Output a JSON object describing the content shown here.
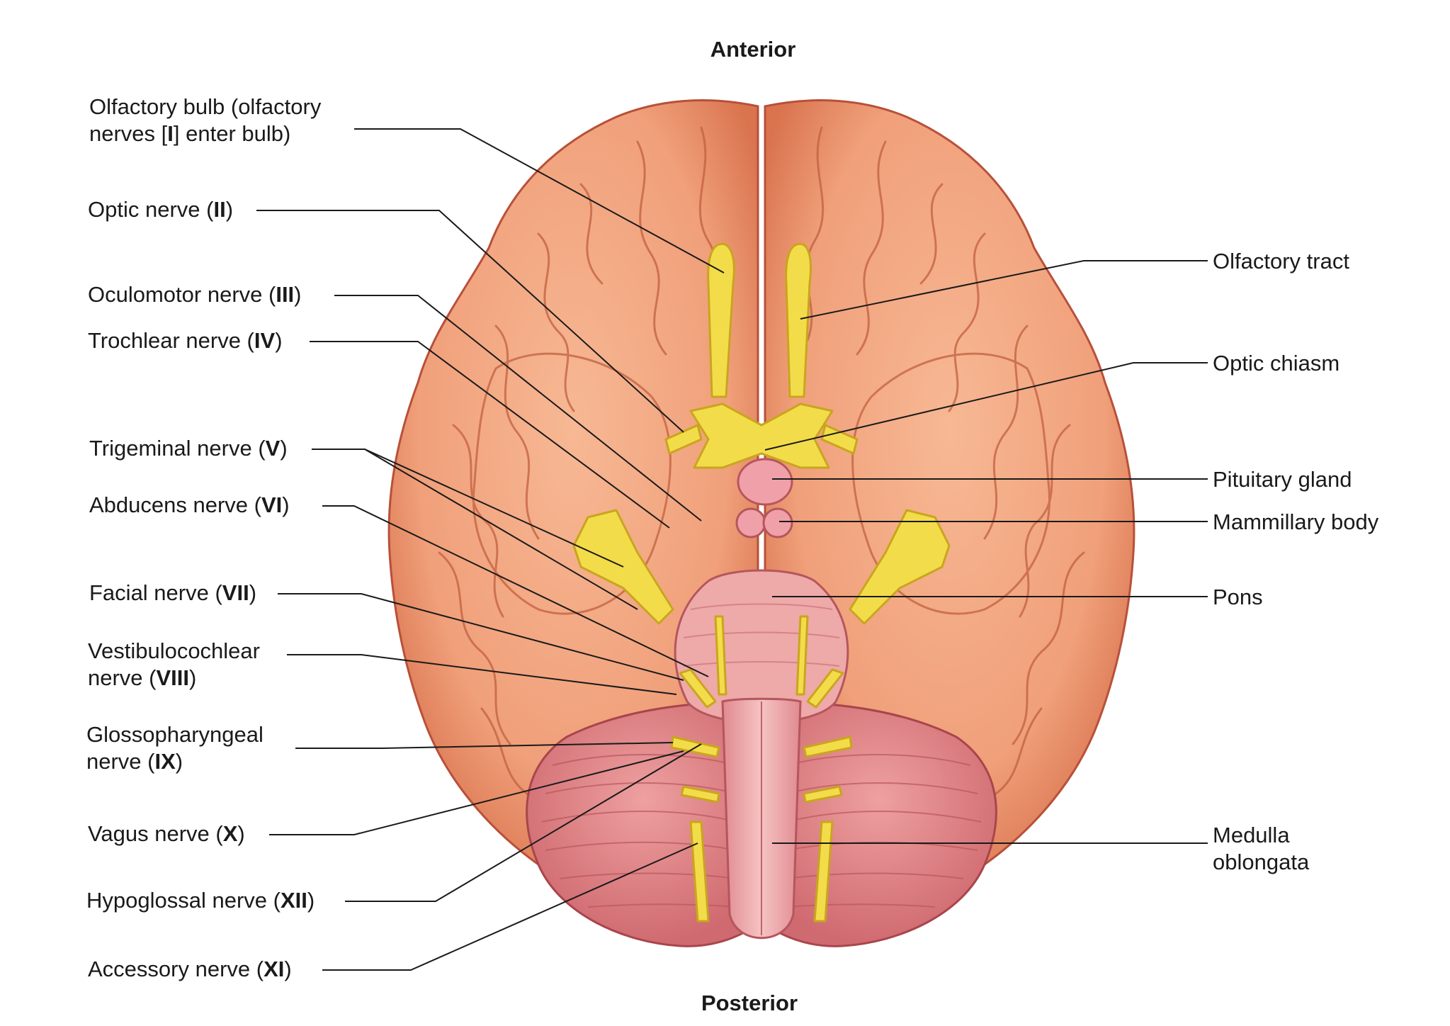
{
  "orientation": {
    "top": "Anterior",
    "bottom": "Posterior"
  },
  "labels_left": {
    "olfactory_bulb": {
      "line1": "Olfactory bulb (olfactory",
      "line2_pre": "nerves [",
      "roman": "I",
      "line2_post": "] enter bulb)"
    },
    "optic_nerve": {
      "pre": "Optic nerve (",
      "roman": "II",
      "post": ")"
    },
    "oculomotor": {
      "pre": "Oculomotor nerve (",
      "roman": "III",
      "post": ")"
    },
    "trochlear": {
      "pre": "Trochlear nerve (",
      "roman": "IV",
      "post": ")"
    },
    "trigeminal": {
      "pre": "Trigeminal nerve (",
      "roman": "V",
      "post": ")"
    },
    "abducens": {
      "pre": "Abducens nerve (",
      "roman": "VI",
      "post": ")"
    },
    "facial": {
      "pre": "Facial nerve (",
      "roman": "VII",
      "post": ")"
    },
    "vestibulocochlear": {
      "line1": "Vestibulocochlear",
      "pre": "nerve (",
      "roman": "VIII",
      "post": ")"
    },
    "glossopharyngeal": {
      "line1": "Glossopharyngeal",
      "pre": "nerve (",
      "roman": "IX",
      "post": ")"
    },
    "vagus": {
      "pre": "Vagus nerve (",
      "roman": "X",
      "post": ")"
    },
    "hypoglossal": {
      "pre": "Hypoglossal nerve (",
      "roman": "XII",
      "post": ")"
    },
    "accessory": {
      "pre": "Accessory nerve (",
      "roman": "XI",
      "post": ")"
    }
  },
  "labels_right": {
    "olfactory_tract": "Olfactory tract",
    "optic_chiasm": "Optic chiasm",
    "pituitary": "Pituitary gland",
    "mammillary": "Mammillary body",
    "pons": "Pons",
    "medulla_line1": "Medulla",
    "medulla_line2": "oblongata"
  },
  "colors": {
    "cerebrum": "#f2a27e",
    "cerebrum_shadow": "#d9744f",
    "cerebrum_outline": "#b8503a",
    "cerebellum": "#e58a8c",
    "brainstem": "#eba0a0",
    "nerve": "#f3dc4a",
    "nerve_outline": "#c9a51e",
    "pituitary": "#f0a0a8",
    "leader": "#1a1a1a"
  }
}
